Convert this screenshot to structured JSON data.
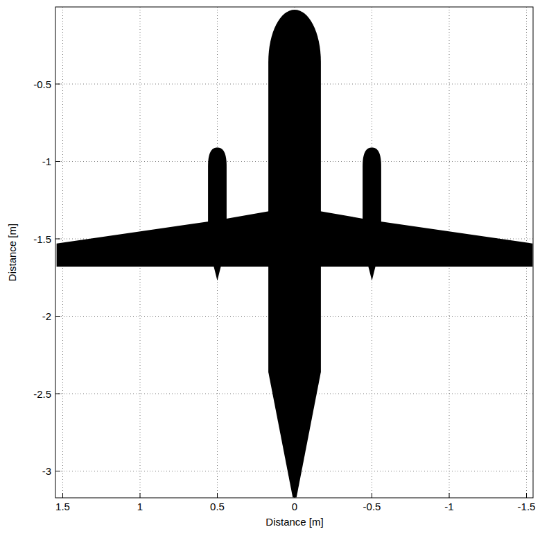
{
  "diagram": {
    "labels": [
      "-0.5",
      "-1",
      "-1.5",
      "-2",
      "-2.5",
      "-3",
      "1.5",
      "1",
      "0.5",
      "0",
      "-0.5",
      "-1",
      "-1.5",
      "Distance [m]",
      "Distance [m]"
    ]
  }
}
